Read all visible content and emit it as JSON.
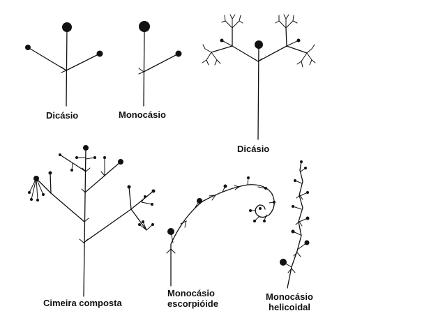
{
  "labels": {
    "dicasio_simple": "Dicásio",
    "monocasio_simple": "Monocásio",
    "dicasio_compound": "Dicásio",
    "cimeira_composta": "Cimeira composta",
    "monocasio_escorpioide_1": "Monocásio",
    "monocasio_escorpioide_2": "escorpióide",
    "monocasio_helicoidal_1": "Monocásio",
    "monocasio_helicoidal_2": "helicoidal"
  },
  "colors": {
    "ink": "#111111",
    "background": "#ffffff"
  }
}
